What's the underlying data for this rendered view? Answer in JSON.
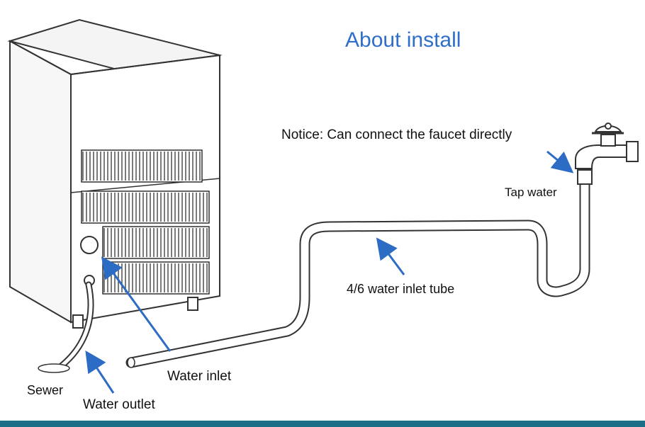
{
  "title": "About install",
  "labels": {
    "notice": "Notice: Can connect the faucet directly",
    "tap_water": "Tap water",
    "inlet_tube": "4/6 water inlet tube",
    "water_inlet": "Water inlet",
    "sewer": "Sewer",
    "water_outlet": "Water outlet"
  },
  "colors": {
    "title": "#2f6fc9",
    "arrow": "#2c6cc4",
    "footer_bar": "#1b6f86",
    "line": "#333333"
  },
  "icons": {
    "machine": "ice-machine-icon",
    "faucet": "faucet-icon",
    "tube": "water-tube-icon"
  }
}
